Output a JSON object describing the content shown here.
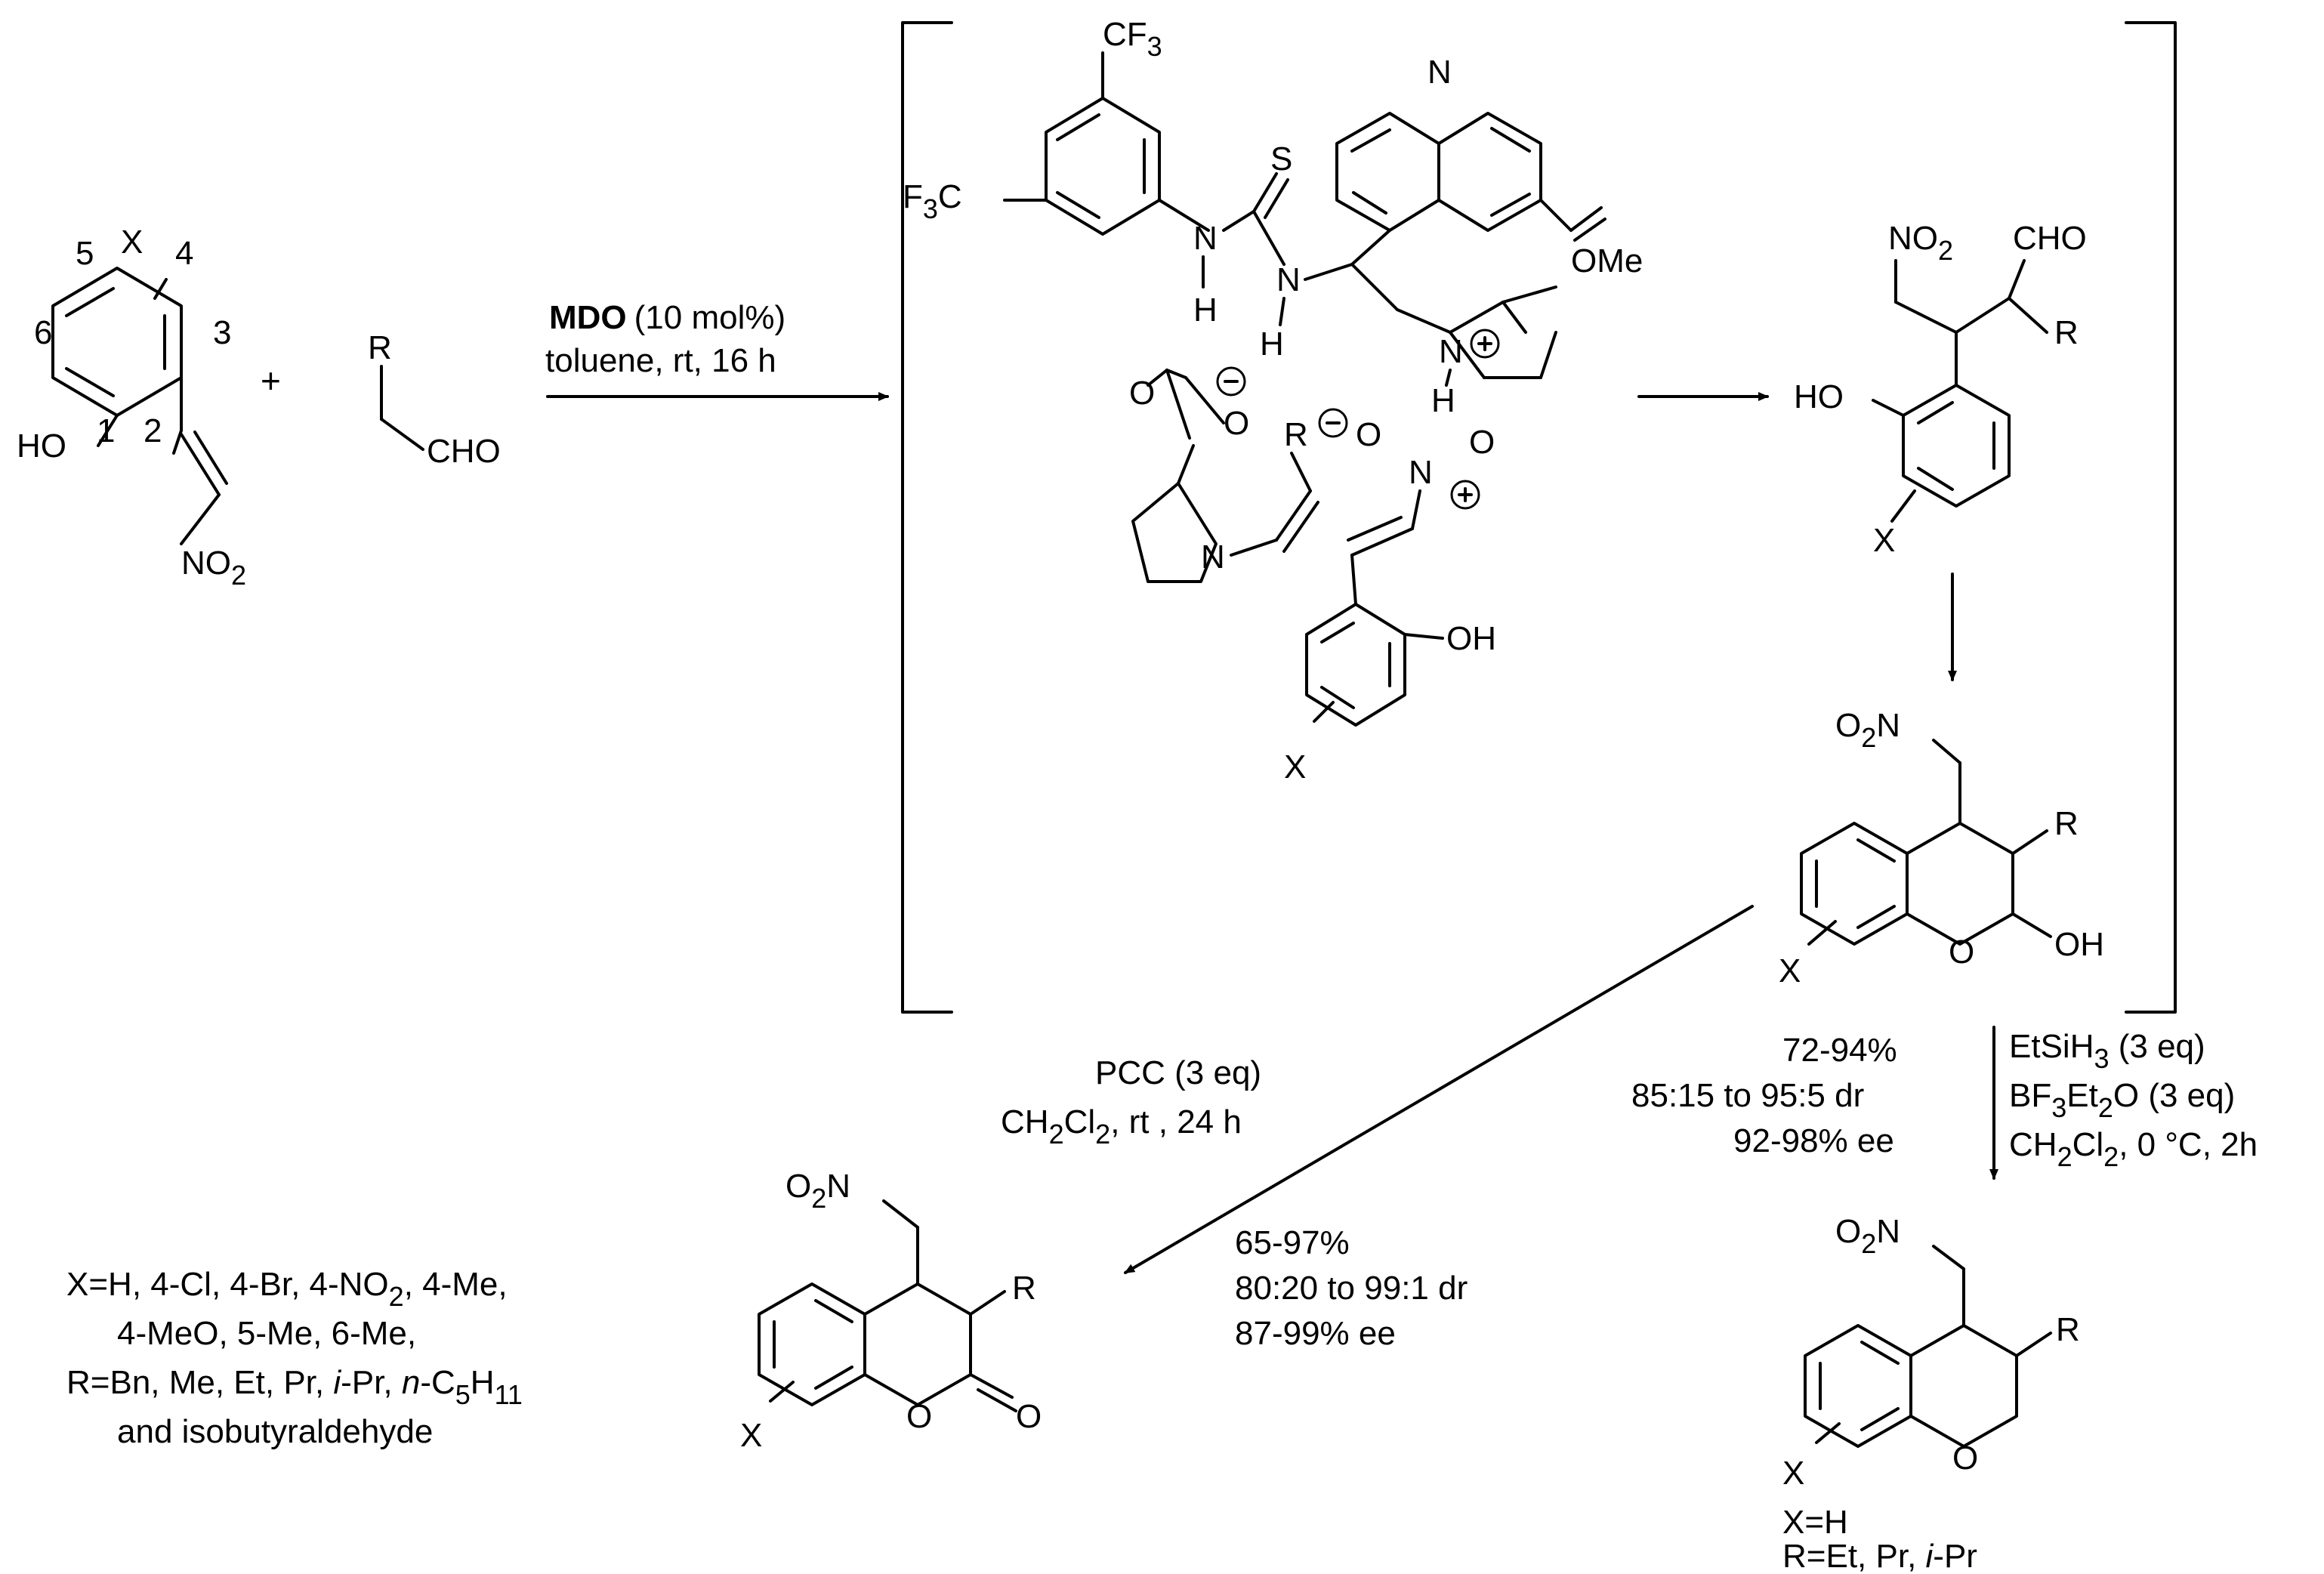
{
  "reagents": {
    "catalyst_name": "MDO",
    "catalyst_loading": "(10 mol%)",
    "conditions": "toluene, rt, 16 h"
  },
  "substrate": {
    "positions": [
      "5",
      "X",
      "4",
      "6",
      "3",
      "HO",
      "1",
      "2",
      "NO",
      "2"
    ],
    "plus": "+",
    "aldehyde_r": "R",
    "aldehyde_cho": "CHO"
  },
  "transition_state": {
    "cf3_top": "CF",
    "cf3_top_sub": "3",
    "cf3_left": "F",
    "cf3_left_sub": "3",
    "cf3_left_c": "C",
    "s": "S",
    "n1": "N",
    "h1": "H",
    "n2": "N",
    "h2": "H",
    "n_quin": "N",
    "ome": "OMe",
    "n_plus": "N",
    "h3": "H",
    "o1": "O",
    "o2": "O",
    "r": "R",
    "o3": "O",
    "o4": "O",
    "n_nitro": "N",
    "n_pro": "N",
    "oh": "OH",
    "x": "X"
  },
  "michael_adduct": {
    "no2": "NO",
    "no2_sub": "2",
    "cho": "CHO",
    "r": "R",
    "ho": "HO",
    "x": "X"
  },
  "hemiacetal": {
    "o2n": "O",
    "o2n_sub": "2",
    "o2n_n": "N",
    "r": "R",
    "x": "X",
    "o": "O",
    "oh": "OH"
  },
  "yields_hemiacetal": {
    "line1": "72-94%",
    "line2": "85:15 to 95:5 dr",
    "line3": "92-98% ee"
  },
  "reduction": {
    "line1_a": "EtSiH",
    "line1_sub": "3",
    "line1_b": " (3 eq)",
    "line2_a": "BF",
    "line2_sub1": "3",
    "line2_b": "Et",
    "line2_sub2": "2",
    "line2_c": "O (3 eq)",
    "line3_a": "CH",
    "line3_sub1": "2",
    "line3_b": "Cl",
    "line3_sub2": "2",
    "line3_c": ", 0 °C, 2h"
  },
  "oxidation": {
    "line1": "PCC (3 eq)",
    "line2_a": "CH",
    "line2_sub1": "2",
    "line2_b": "Cl",
    "line2_sub2": "2",
    "line2_c": ", rt , 24 h"
  },
  "lactone_yields": {
    "line1": "65-97%",
    "line2": "80:20 to 99:1 dr",
    "line3": "87-99% ee"
  },
  "lactone": {
    "o2n": "O",
    "o2n_sub": "2",
    "o2n_n": "N",
    "r": "R",
    "x": "X",
    "o_ring": "O",
    "o_carbonyl": "O"
  },
  "chromane": {
    "o2n": "O",
    "o2n_sub": "2",
    "o2n_n": "N",
    "r": "R",
    "x": "X",
    "o": "O",
    "scope_x": "X=H",
    "scope_r_a": "R=Et, Pr, ",
    "scope_r_i": "i",
    "scope_r_b": "-Pr"
  },
  "scope": {
    "x_line1_a": "X=H, 4-Cl, 4-Br, 4-NO",
    "x_line1_sub": "2",
    "x_line1_b": ", 4-Me,",
    "x_line2": "4-MeO, 5-Me, 6-Me,",
    "r_line3_a": "R=Bn, Me, Et, Pr, ",
    "r_line3_i": "i",
    "r_line3_b": "-Pr, ",
    "r_line3_n": "n",
    "r_line3_c": "-C",
    "r_line3_sub1": "5",
    "r_line3_d": "H",
    "r_line3_sub2": "11",
    "r_line4": "and isobutyraldehyde"
  }
}
